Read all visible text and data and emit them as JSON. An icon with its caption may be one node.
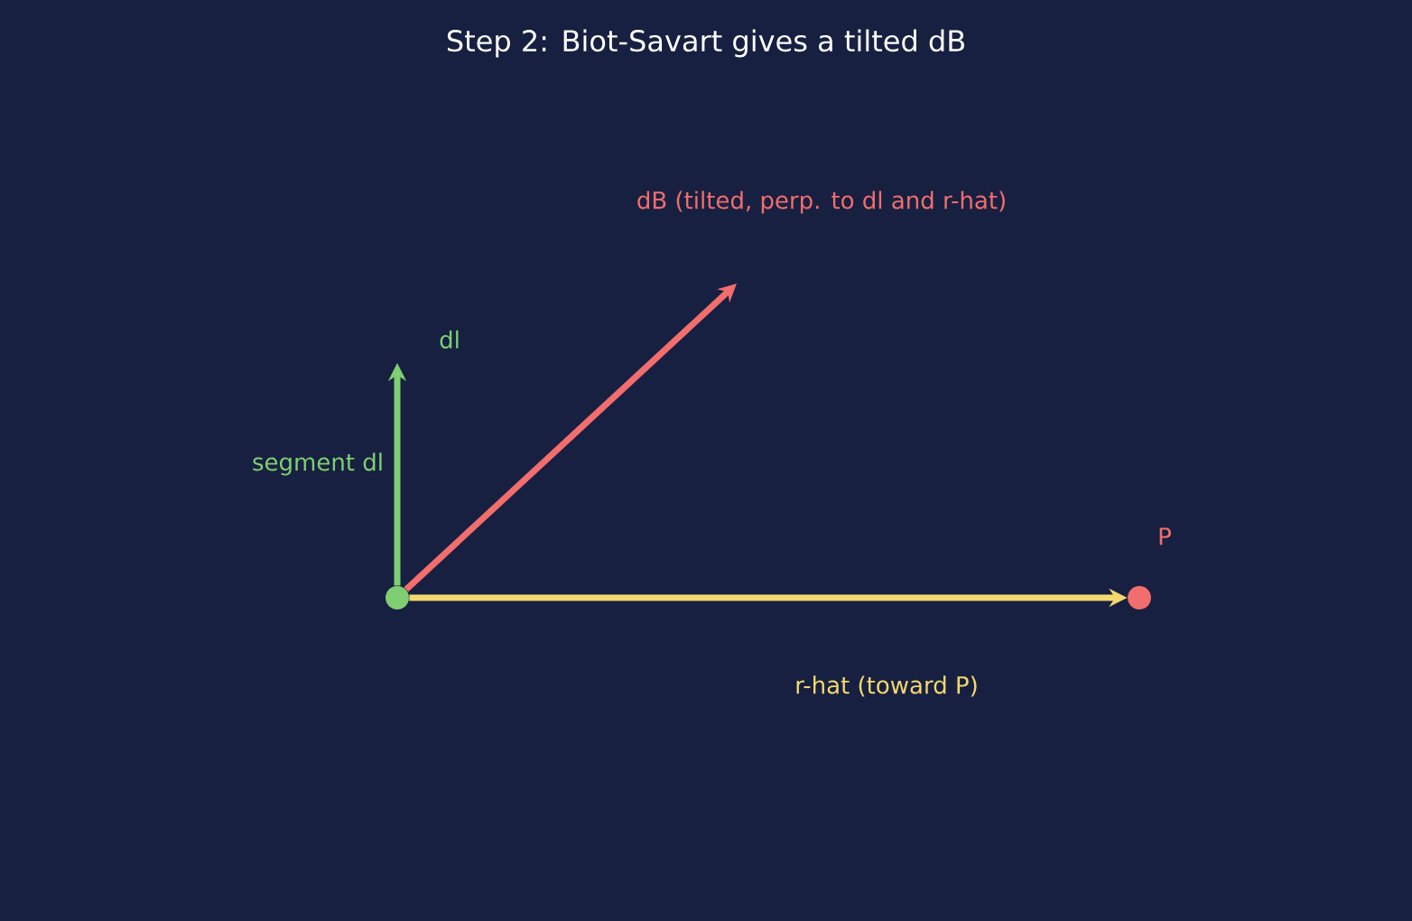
{
  "diagram": {
    "title": "Step 2: Biot-Savart gives a tilted dB",
    "nodes": [
      {
        "text": [],
        "shape": "circle"
      },
      {
        "text": [],
        "shape": "circle",
        "beside": [
          "P"
        ]
      }
    ],
    "edges": [
      {
        "from": 0,
        "to": null,
        "arrow": "to",
        "label": "dl",
        "color": "#7fcf72"
      },
      {
        "from": 0,
        "to": null,
        "arrow": "to",
        "label": "dB (tilted, perp. to dl and r-hat)",
        "color": "#f26d6d"
      },
      {
        "from": 0,
        "to": 1,
        "arrow": "to",
        "label": "r-hat  (toward P)",
        "color": "#f4d86f"
      }
    ],
    "labels": [
      "segment dl"
    ]
  }
}
